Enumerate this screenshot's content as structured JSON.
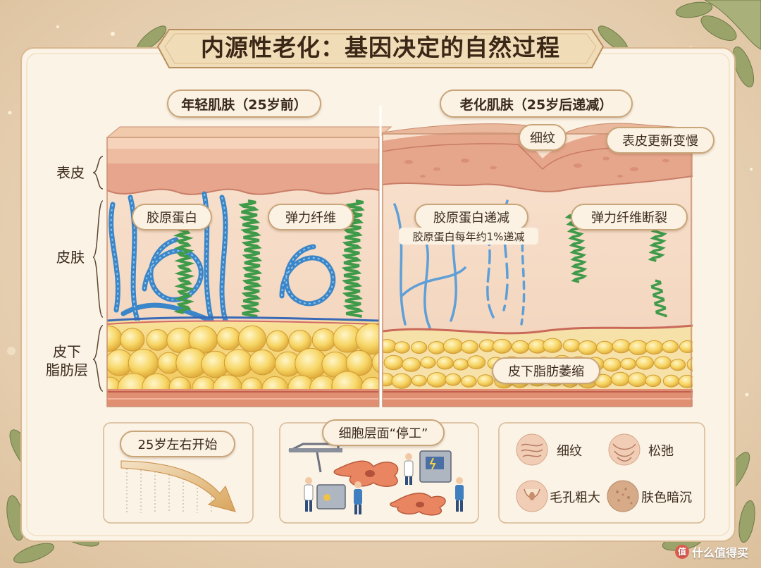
{
  "title": "内源性老化：基因决定的自然过程",
  "young": {
    "header": "年轻肌肤（25岁前）",
    "collagen": "胶原蛋白",
    "elastin": "弹力纤维"
  },
  "aged": {
    "header": "老化肌肤（25岁后递减）",
    "fine_lines": "细纹",
    "renewal_slows": "表皮更新变慢",
    "collagen_decline": "胶原蛋白递减",
    "collagen_rate": "胶原蛋白每年约1%递减",
    "elastin_break": "弹力纤维断裂",
    "fat_atrophy": "皮下脂肪萎缩"
  },
  "layers": {
    "epidermis": "表皮",
    "dermis": "皮肤",
    "subcutaneous_line1": "皮下",
    "subcutaneous_line2": "脂肪层"
  },
  "panels": {
    "start": "25岁左右开始",
    "cells": "细胞层面“停工”",
    "symptoms": [
      {
        "label": "细纹",
        "icon": "fine-lines-icon"
      },
      {
        "label": "松弛",
        "icon": "sagging-icon"
      },
      {
        "label": "毛孔粗大",
        "icon": "enlarged-pore-icon"
      },
      {
        "label": "肤色暗沉",
        "icon": "dull-skin-icon"
      }
    ]
  },
  "watermark": "什么值得买",
  "colors": {
    "collagen": "#3b86c8",
    "elastin": "#3f9a4a",
    "fat": "#f4cf5a",
    "epidermis": "#e9b39a",
    "dermis": "#f6dcc6",
    "frame": "#c9a57a"
  }
}
